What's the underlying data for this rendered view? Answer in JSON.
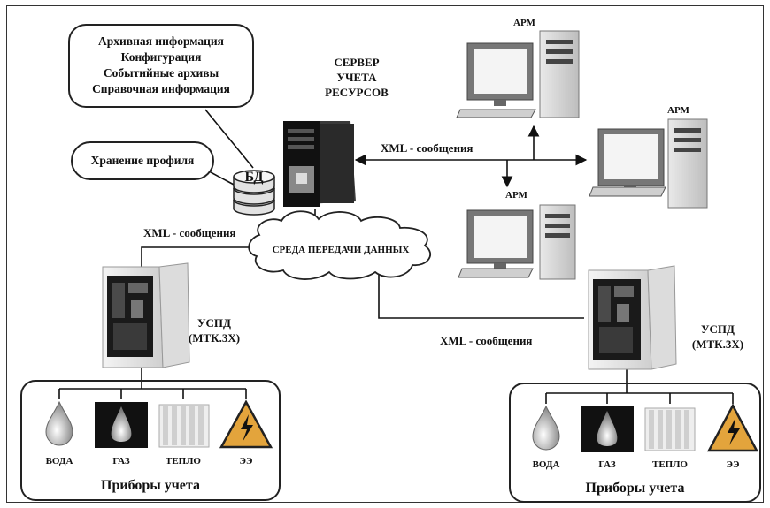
{
  "storage_bubble": {
    "lines": [
      "Архивная информация",
      "Конфигурация",
      "Событийные архивы",
      "Справочная информация"
    ]
  },
  "profile_bubble": {
    "label": "Хранение профиля"
  },
  "db": {
    "label": "БД"
  },
  "server": {
    "label_lines": [
      "СЕРВЕР",
      "УЧЕТА",
      "РЕСУРСОВ"
    ]
  },
  "workstations": [
    {
      "label": "АРМ"
    },
    {
      "label": "АРМ"
    },
    {
      "label": "АРМ"
    }
  ],
  "links": {
    "xml_server": "XML - сообщения",
    "xml_left": "XML - сообщения",
    "xml_bottom": "XML - сообщения"
  },
  "network": {
    "label": "СРЕДА ПЕРЕДАЧИ ДАННЫХ"
  },
  "uspd_left": {
    "label_lines": [
      "УСПД",
      "(МТК.3Х)"
    ]
  },
  "uspd_right": {
    "label_lines": [
      "УСПД",
      "(МТК.3Х)"
    ]
  },
  "meter_group_left": {
    "title": "Приборы учета",
    "items": [
      "ВОДА",
      "ГАЗ",
      "ТЕПЛО",
      "ЭЭ"
    ]
  },
  "meter_group_right": {
    "title": "Приборы учета",
    "items": [
      "ВОДА",
      "ГАЗ",
      "ТЕПЛО",
      "ЭЭ"
    ]
  }
}
